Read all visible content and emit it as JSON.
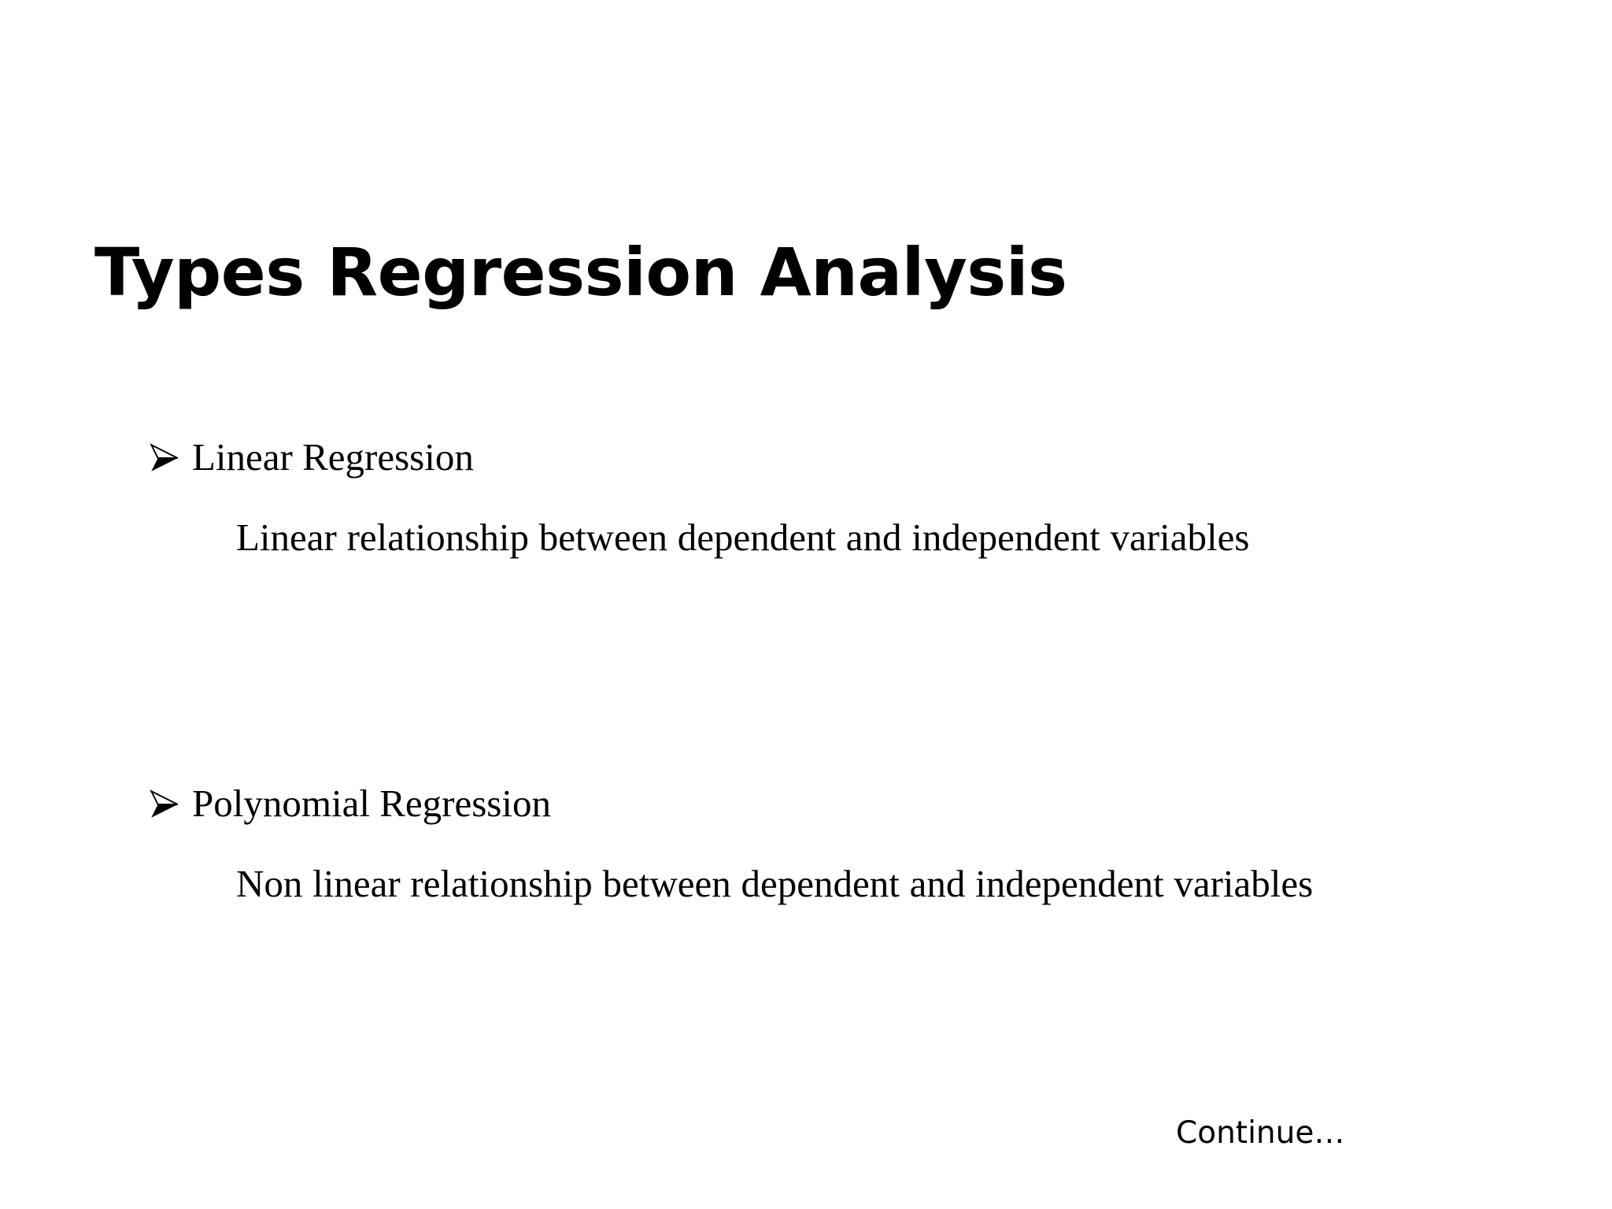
{
  "slide": {
    "background_color": "#ffffff",
    "text_color": "#000000",
    "title": "Types Regression Analysis",
    "bullets": [
      {
        "marker": "arrowhead-bullet",
        "label": "Linear Regression",
        "description": "Linear relationship between dependent and independent variables"
      },
      {
        "marker": "arrowhead-bullet",
        "label": "Polynomial Regression",
        "description": "Non linear relationship between dependent and independent variables"
      }
    ],
    "footer": {
      "note": "Continue…"
    }
  }
}
